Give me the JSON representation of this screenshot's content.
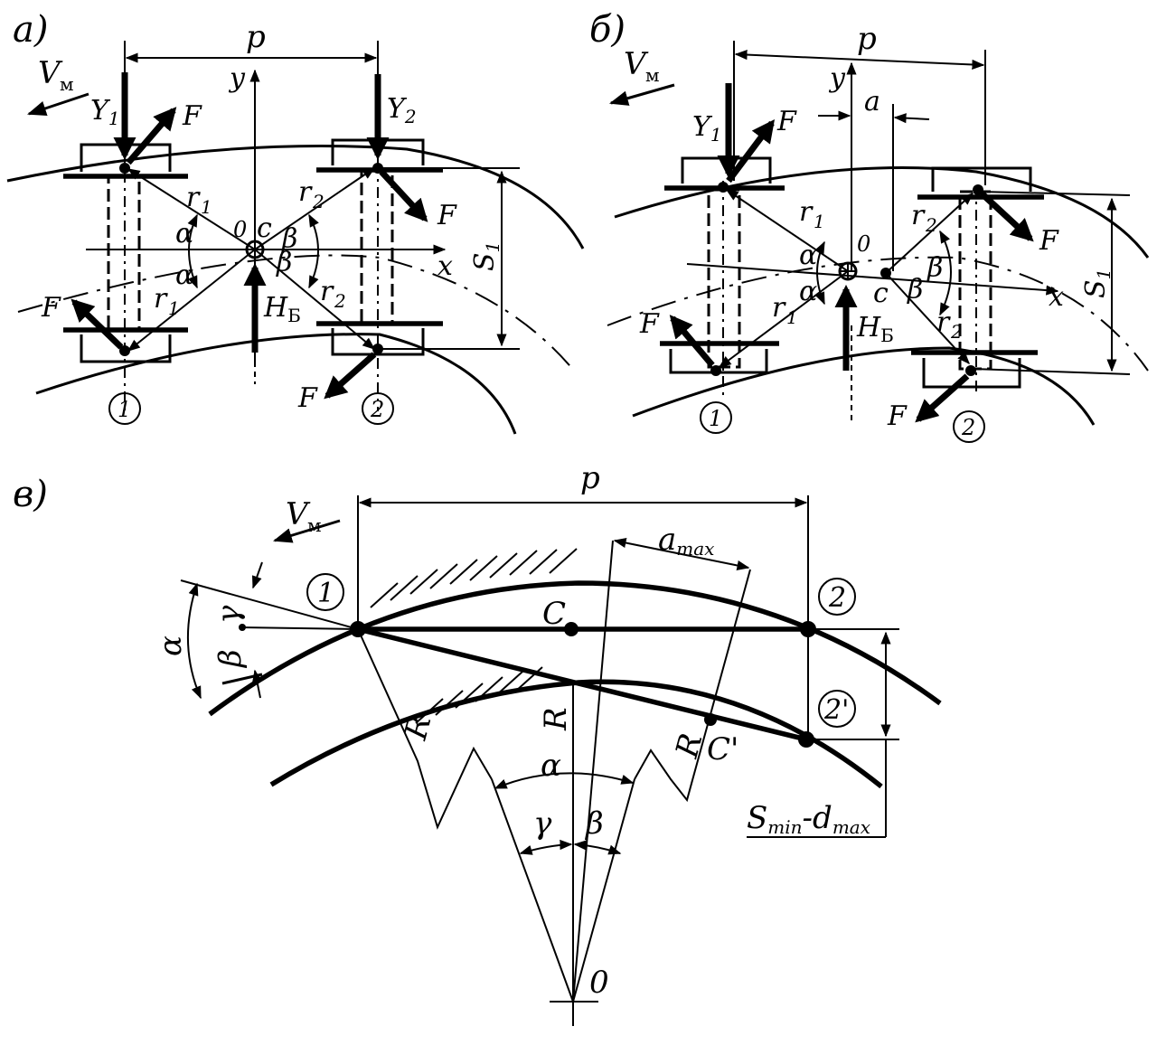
{
  "panels": {
    "a": {
      "tag": "а)",
      "pitch": "p",
      "speed": "V",
      "speed_sub": "м",
      "y_axis": "y",
      "x_axis": "x",
      "origin": "0",
      "center": "c",
      "force_y1": "Y",
      "force_y1_sub": "1",
      "force_y2": "Y",
      "force_y2_sub": "2",
      "force_f": "F",
      "r1": "r",
      "r1_sub": "1",
      "r2": "r",
      "r2_sub": "2",
      "alpha": "α",
      "beta": "β",
      "h": "H",
      "h_sub": "Б",
      "s": "S",
      "s_sub": "1",
      "node1": "1",
      "node2": "2"
    },
    "b": {
      "tag": "б)",
      "pitch": "p",
      "offset": "a",
      "speed": "V",
      "speed_sub": "м",
      "y_axis": "y",
      "x_axis": "x",
      "origin": "0",
      "center": "c",
      "force_y1": "Y",
      "force_y1_sub": "1",
      "force_f": "F",
      "r1": "r",
      "r1_sub": "1",
      "r2": "r",
      "r2_sub": "2",
      "alpha": "α",
      "beta": "β",
      "h": "H",
      "h_sub": "Б",
      "s": "S",
      "s_sub": "1",
      "node1": "1",
      "node2": "2"
    },
    "c": {
      "tag": "в)",
      "pitch": "p",
      "speed": "V",
      "speed_sub": "м",
      "a_max": "a",
      "a_max_sub": "max",
      "point_c": "C",
      "point_c_prime": "C'",
      "radius": "R",
      "alpha": "α",
      "beta": "β",
      "gamma": "γ",
      "origin": "0",
      "node1": "1",
      "node2": "2",
      "node2_prime": "2'",
      "s_min": "S",
      "s_min_sub": "min",
      "minus": "-",
      "d_max": "d",
      "d_max_sub": "max"
    }
  }
}
